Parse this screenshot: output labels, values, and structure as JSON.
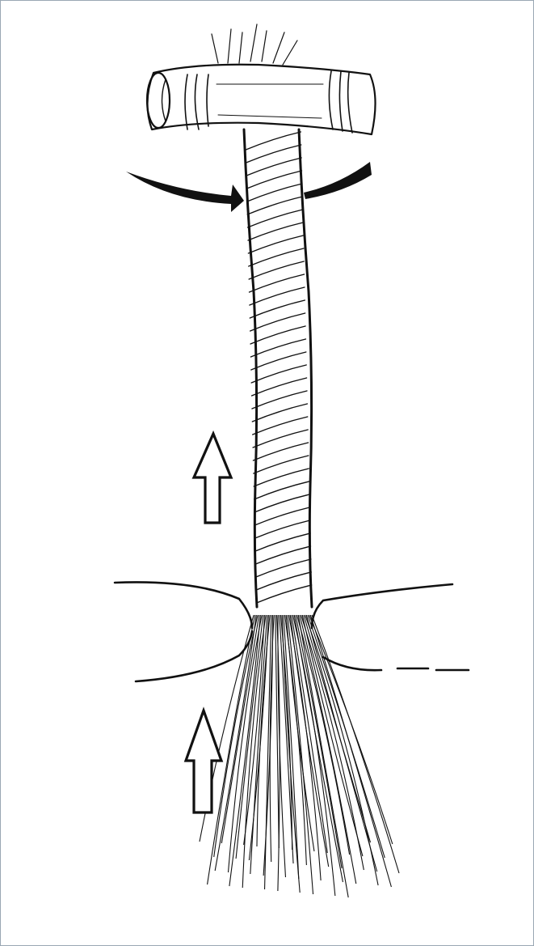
{
  "figure": {
    "ink_color": "#111111",
    "paper_color": "#ffffff",
    "border_color": "#9aa7b3",
    "parts": {
      "stick": {
        "icon": "wooden-handle"
      },
      "twisted_rope": {
        "icon": "twisted-rope"
      },
      "rotation_arrow": {
        "icon": "curved-arrow-left",
        "direction": "counter-clockwise"
      },
      "upper_arrow": {
        "icon": "hollow-up-arrow",
        "direction": "up"
      },
      "lower_arrow": {
        "icon": "hollow-up-arrow",
        "direction": "up"
      },
      "funnel": {
        "icon": "narrowing-guide"
      },
      "loose_fibers": {
        "icon": "fiber-bundle"
      }
    }
  }
}
